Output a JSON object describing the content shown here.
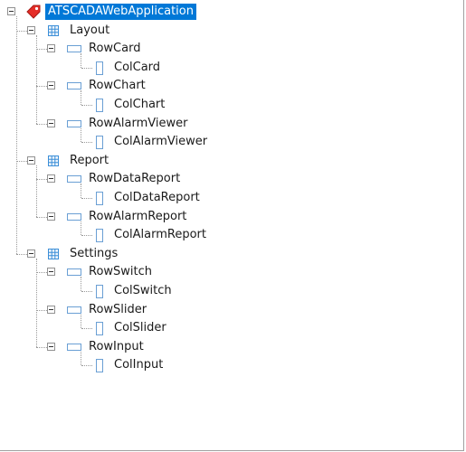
{
  "tree": {
    "root": {
      "label": "ATSCADAWebApplication",
      "icon": "red-tag-icon",
      "selected": true
    },
    "colors": {
      "selection_bg": "#0078d7",
      "root_icon": "#e52d27",
      "table_icon": "#3c8fd8",
      "row_icon": "#6a9fd4",
      "col_icon": "#6a9fd4"
    },
    "groups": [
      {
        "label": "Layout",
        "icon": "table-icon",
        "rows": [
          {
            "label": "RowCard",
            "col": "ColCard"
          },
          {
            "label": "RowChart",
            "col": "ColChart"
          },
          {
            "label": "RowAlarmViewer",
            "col": "ColAlarmViewer"
          }
        ]
      },
      {
        "label": "Report",
        "icon": "table-icon",
        "rows": [
          {
            "label": "RowDataReport",
            "col": "ColDataReport"
          },
          {
            "label": "RowAlarmReport",
            "col": "ColAlarmReport"
          }
        ]
      },
      {
        "label": "Settings",
        "icon": "table-icon",
        "rows": [
          {
            "label": "RowSwitch",
            "col": "ColSwitch"
          },
          {
            "label": "RowSlider",
            "col": "ColSlider"
          },
          {
            "label": "RowInput",
            "col": "ColInput"
          }
        ]
      }
    ]
  }
}
